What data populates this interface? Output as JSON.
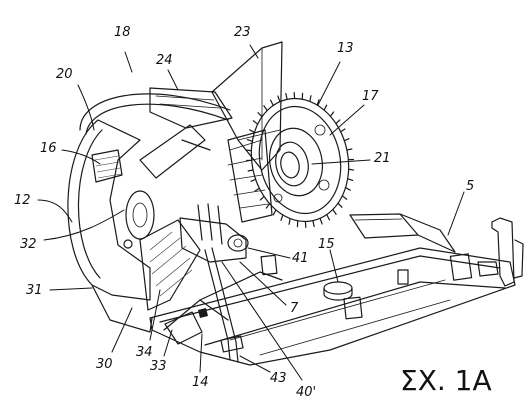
{
  "figure": {
    "label": "ΣΧ. 1A"
  },
  "callouts": [
    {
      "id": "c18",
      "text": "18"
    },
    {
      "id": "c23",
      "text": "23"
    },
    {
      "id": "c13",
      "text": "13"
    },
    {
      "id": "c24",
      "text": "24"
    },
    {
      "id": "c20",
      "text": "20"
    },
    {
      "id": "c17",
      "text": "17"
    },
    {
      "id": "c16",
      "text": "16"
    },
    {
      "id": "c21",
      "text": "21"
    },
    {
      "id": "c12",
      "text": "12"
    },
    {
      "id": "c5",
      "text": "5"
    },
    {
      "id": "c32",
      "text": "32"
    },
    {
      "id": "c15",
      "text": "15"
    },
    {
      "id": "c41",
      "text": "41"
    },
    {
      "id": "c31",
      "text": "31"
    },
    {
      "id": "c7",
      "text": "7"
    },
    {
      "id": "c30",
      "text": "30"
    },
    {
      "id": "c34",
      "text": "34"
    },
    {
      "id": "c33",
      "text": "33"
    },
    {
      "id": "c14",
      "text": "14"
    },
    {
      "id": "c43",
      "text": "43"
    },
    {
      "id": "c40p",
      "text": "40'"
    }
  ]
}
